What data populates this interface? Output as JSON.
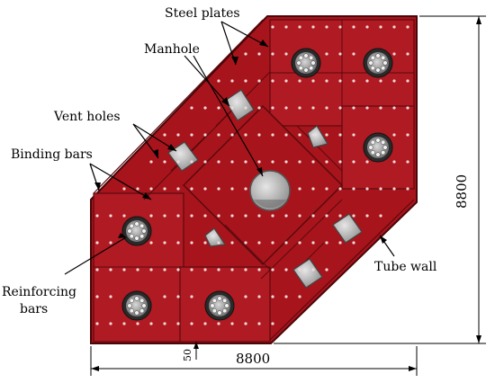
{
  "labels": {
    "steel_plates": "Steel plates",
    "manhole": "Manhole",
    "vent_holes": "Vent holes",
    "binding_bars": "Binding bars",
    "reinforcing_bars_1": "Reinforcing",
    "reinforcing_bars_2": "bars",
    "tube_wall": "Tube wall"
  },
  "dimensions": {
    "width": "8800",
    "height": "8800",
    "small": "50"
  },
  "colors": {
    "plate_fill": "#a8141c",
    "plate_dark": "#6e0a10",
    "plate_light": "#c42a2f",
    "rivet": "#f0d8d8",
    "hole_fill": "#b8b8b8"
  }
}
